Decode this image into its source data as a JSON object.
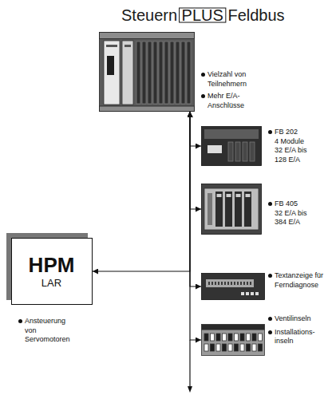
{
  "diagram": {
    "title": "Steuern PLUS Feldbus",
    "nodes": [
      {
        "text": [
          "Vielzahl von Teilnehmern",
          "Mehr E/A- Anschlüsse"
        ]
      },
      {
        "text": [
          "FB 202",
          "4 Module 32 E/A bis 128 E/A"
        ]
      },
      {
        "text": [
          "FB 405",
          "32 E/A bis 384 E/A"
        ]
      },
      {
        "text": [
          "Textanzeige für Ferndiagnose"
        ]
      },
      {
        "text": [
          "Ventilinseln",
          "Installations- inseln"
        ]
      },
      {
        "text": [
          "HPM",
          "LAR",
          "Ansteuerung von Servomotoren"
        ]
      }
    ],
    "edges": [
      {
        "from": 0,
        "to": 1,
        "arrow": "both"
      },
      {
        "from": 0,
        "to": 2,
        "arrow": "both"
      },
      {
        "from": 0,
        "to": 3,
        "arrow": "both"
      },
      {
        "from": 0,
        "to": 4,
        "arrow": "both"
      },
      {
        "from": 0,
        "to": 5,
        "arrow": "both"
      }
    ]
  }
}
